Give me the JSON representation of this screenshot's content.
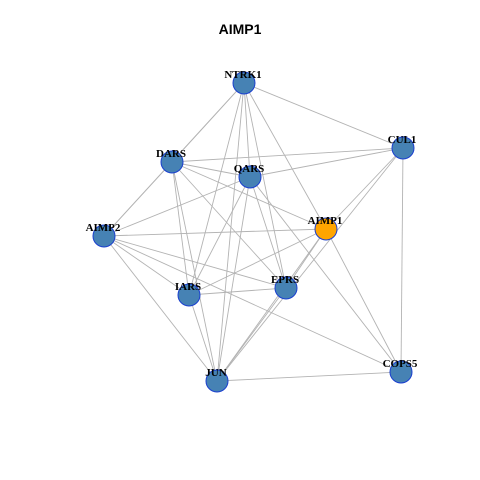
{
  "title": "AIMP1",
  "colors": {
    "background": "#ffffff",
    "edge": "#b3b3b3",
    "node_default": "#4682b4",
    "node_highlight": "#ffa500",
    "node_border": "#1a3fcf"
  },
  "nodes": [
    {
      "id": "NTRK1",
      "label": "NTRK1",
      "highlight": false
    },
    {
      "id": "CUL1",
      "label": "CUL1",
      "highlight": false
    },
    {
      "id": "DARS",
      "label": "DARS",
      "highlight": false
    },
    {
      "id": "QARS",
      "label": "QARS",
      "highlight": false
    },
    {
      "id": "AIMP1",
      "label": "AIMP1",
      "highlight": true
    },
    {
      "id": "AIMP2",
      "label": "AIMP2",
      "highlight": false
    },
    {
      "id": "EPRS",
      "label": "EPRS",
      "highlight": false
    },
    {
      "id": "IARS",
      "label": "IARS",
      "highlight": false
    },
    {
      "id": "COPS5",
      "label": "COPS5",
      "highlight": false
    },
    {
      "id": "JUN",
      "label": "JUN",
      "highlight": false
    }
  ],
  "edges": [
    [
      "NTRK1",
      "CUL1"
    ],
    [
      "NTRK1",
      "DARS"
    ],
    [
      "NTRK1",
      "QARS"
    ],
    [
      "NTRK1",
      "AIMP1"
    ],
    [
      "NTRK1",
      "EPRS"
    ],
    [
      "NTRK1",
      "IARS"
    ],
    [
      "NTRK1",
      "JUN"
    ],
    [
      "NTRK1",
      "AIMP2"
    ],
    [
      "CUL1",
      "DARS"
    ],
    [
      "CUL1",
      "QARS"
    ],
    [
      "CUL1",
      "AIMP1"
    ],
    [
      "CUL1",
      "COPS5"
    ],
    [
      "CUL1",
      "JUN"
    ],
    [
      "DARS",
      "QARS"
    ],
    [
      "DARS",
      "AIMP1"
    ],
    [
      "DARS",
      "AIMP2"
    ],
    [
      "DARS",
      "EPRS"
    ],
    [
      "DARS",
      "IARS"
    ],
    [
      "DARS",
      "JUN"
    ],
    [
      "QARS",
      "AIMP2"
    ],
    [
      "QARS",
      "EPRS"
    ],
    [
      "QARS",
      "IARS"
    ],
    [
      "QARS",
      "JUN"
    ],
    [
      "QARS",
      "COPS5"
    ],
    [
      "AIMP1",
      "AIMP2"
    ],
    [
      "AIMP1",
      "EPRS"
    ],
    [
      "AIMP1",
      "IARS"
    ],
    [
      "AIMP1",
      "JUN"
    ],
    [
      "AIMP1",
      "COPS5"
    ],
    [
      "AIMP2",
      "EPRS"
    ],
    [
      "AIMP2",
      "IARS"
    ],
    [
      "AIMP2",
      "JUN"
    ],
    [
      "AIMP2",
      "COPS5"
    ],
    [
      "EPRS",
      "IARS"
    ],
    [
      "EPRS",
      "JUN"
    ],
    [
      "IARS",
      "JUN"
    ],
    [
      "JUN",
      "COPS5"
    ]
  ]
}
